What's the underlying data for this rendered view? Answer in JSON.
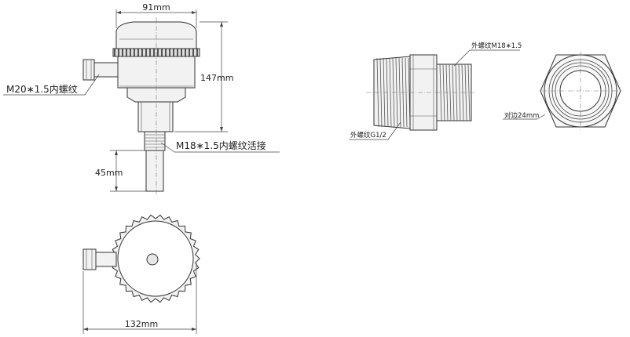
{
  "dimensions": {
    "width_top": "91mm",
    "height_total": "147mm",
    "probe_length": "45mm",
    "width_bottom": "132mm",
    "hex_across_flats": "对边24mm"
  },
  "labels": {
    "side_thread": "M20∗1.5内螺纹",
    "process_thread": "M18∗1.5内螺纹活接",
    "adapter_outer_small": "外螺纹M18∗1.5",
    "adapter_outer_large": "外螺纹G1/2"
  }
}
